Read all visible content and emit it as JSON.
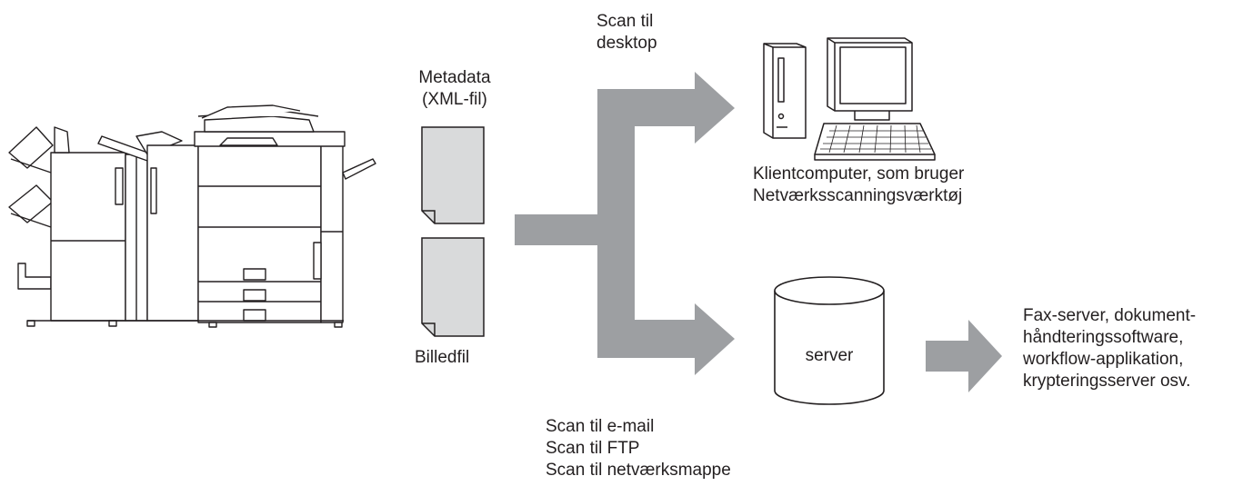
{
  "labels": {
    "metadata": [
      "Metadata",
      "(XML-fil)"
    ],
    "image_file": "Billedfil",
    "scan_desktop": [
      "Scan til",
      "desktop"
    ],
    "client": [
      "Klientcomputer, som bruger",
      "Netværksscanningsværktøj"
    ],
    "server": "server",
    "scan_server": [
      "Scan til e-mail",
      "Scan til FTP",
      "Scan til netværksmappe"
    ],
    "apps": [
      "Fax-server, dokument-",
      "håndteringssoftware,",
      "workflow-applikation,",
      "krypteringsserver osv."
    ]
  },
  "icons": {
    "mfp": "multifunction-printer-icon",
    "document": "document-icon",
    "computer": "desktop-computer-icon",
    "server": "database-cylinder-icon",
    "arrow": "arrow-icon"
  },
  "colors": {
    "arrow": "#9d9fa2",
    "document_fill": "#d9dadb",
    "stroke": "#231f20"
  }
}
